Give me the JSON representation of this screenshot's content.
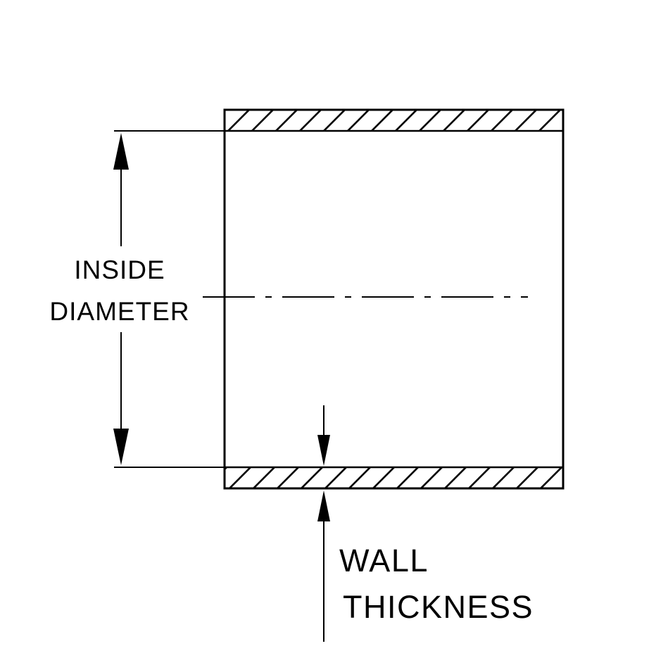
{
  "diagram": {
    "type": "engineering-cross-section",
    "colors": {
      "line": "#000000",
      "background": "#ffffff"
    },
    "labels": {
      "inside_diameter_line1": "INSIDE",
      "inside_diameter_line2": "DIAMETER",
      "wall_thickness_line1": "WALL",
      "wall_thickness_line2": "THICKNESS"
    }
  }
}
